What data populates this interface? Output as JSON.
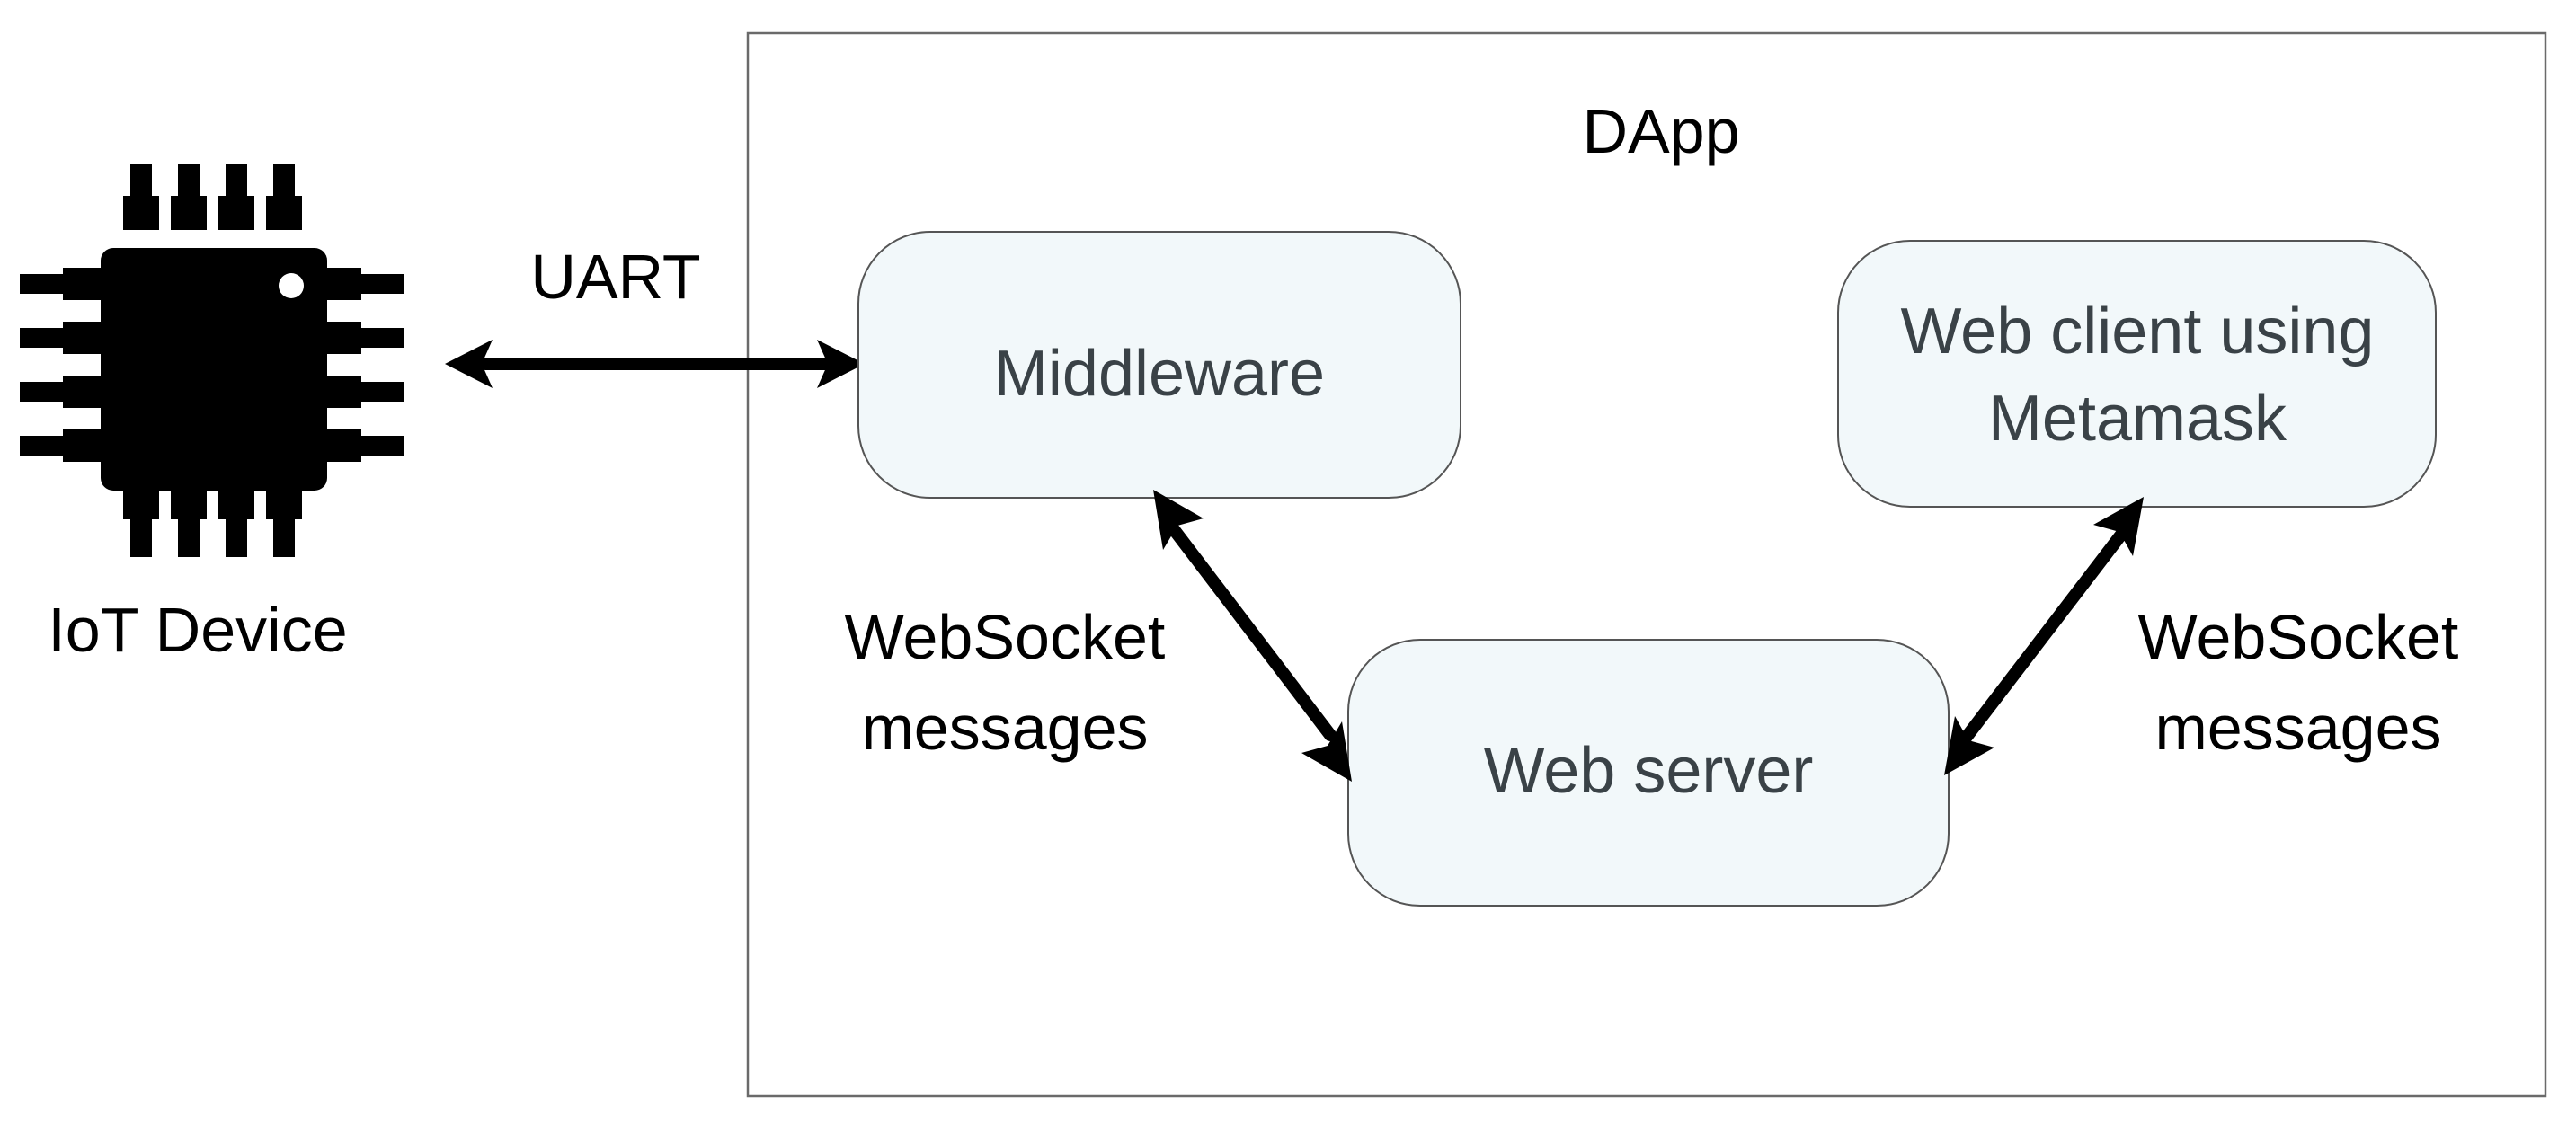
{
  "dapp": {
    "title": "DApp"
  },
  "device": {
    "label": "IoT Device",
    "icon": "microchip-icon"
  },
  "links": {
    "uart": {
      "label": "UART"
    },
    "ws_left": {
      "line1": "WebSocket",
      "line2": "messages"
    },
    "ws_right": {
      "line1": "WebSocket",
      "line2": "messages"
    }
  },
  "nodes": {
    "middleware": {
      "label": "Middleware"
    },
    "web_server": {
      "label": "Web server"
    },
    "web_client": {
      "line1": "Web client using",
      "line2": "Metamask"
    }
  },
  "colors": {
    "box_fill": "#f2f8fa",
    "box_text": "#3a4247",
    "arrow": "#000000"
  }
}
